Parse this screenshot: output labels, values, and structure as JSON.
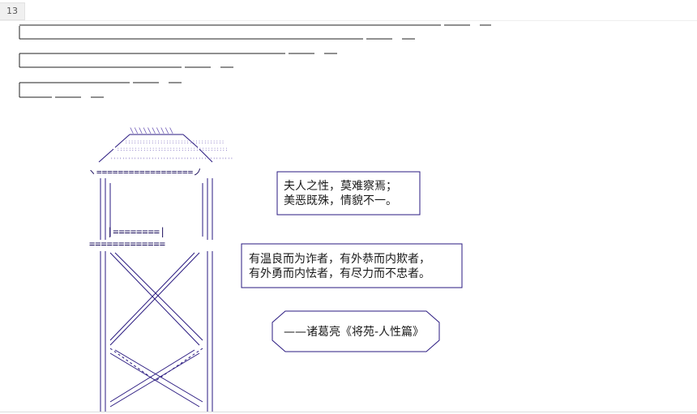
{
  "page": {
    "number": "13"
  },
  "art": {
    "roof_ticks": "\\\\\\\\\\\\\\\\\\\\",
    "roof_dots": "::::::::::::::::::::::::::::::::::",
    "roof_dots_wide": "::::::::::::::::::::::::::::::::::::::",
    "roof_dashes": "''''''''''''''''''''''''''''''''''''''''''",
    "eave": "ヽ==================ノ",
    "cross_beam": "=============",
    "window_bar": "|========|",
    "colors": {
      "ink": "#1a0d5c",
      "accent": "#6a55b5"
    }
  },
  "quotes": {
    "box1": {
      "line1": "夫人之性，莫难察焉；",
      "line2": "美恶既殊，情貌不一。"
    },
    "box2": {
      "line1": "有温良而为诈者，有外恭而内欺者，",
      "line2": "有外勇而内怯者，有尽力而不忠者。"
    },
    "attribution": "——诸葛亮《将苑-人性篇》"
  }
}
